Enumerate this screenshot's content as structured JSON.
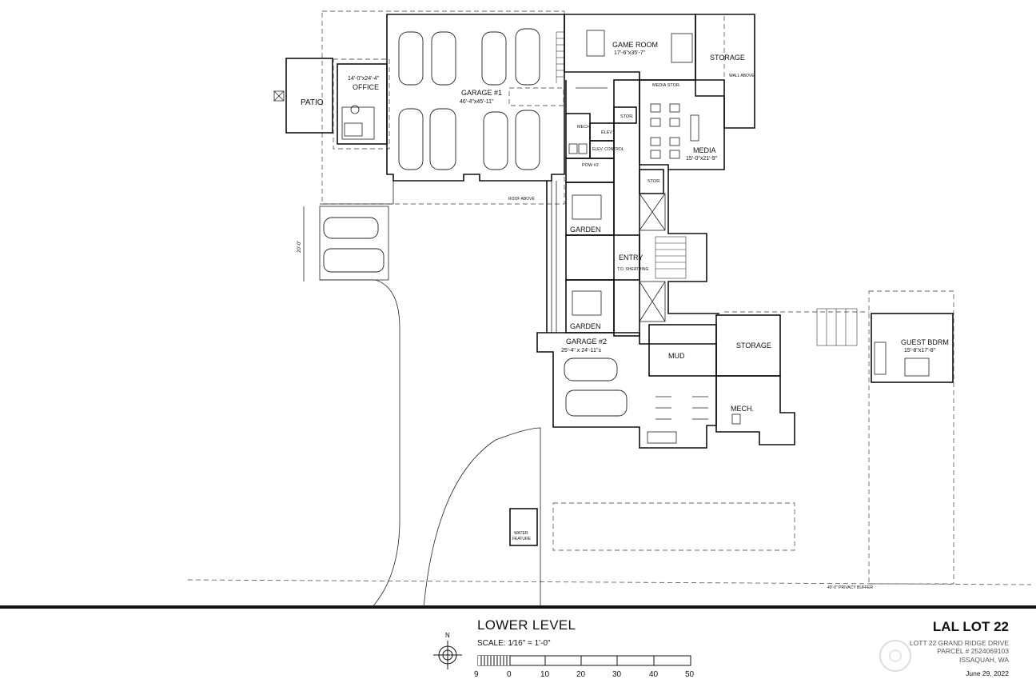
{
  "rooms": {
    "patio": "PATIO",
    "office": "OFFICE",
    "office_dim": "14'-0\"x24'-4\"",
    "garage1": "GARAGE #1",
    "garage1_dim": "46'-4\"x45'-11\"",
    "game_room": "GAME ROOM",
    "game_room_dim": "17'-6\"x35'-7\"",
    "storage_top": "STORAGE",
    "media_stor": "MEDIA STOR.",
    "media": "MEDIA",
    "media_dim": "15'-0\"x21'-9\"",
    "stor1": "STOR.",
    "stor2": "STOR.",
    "mech_small": "MECH",
    "elev": "ELEV",
    "elev_control": "ELEV. CONTROL",
    "pow": "POW #2",
    "garden_top": "GARDEN",
    "garden_bottom": "GARDEN",
    "entry": "ENTRY",
    "garage2": "GARAGE #2",
    "garage2_dim": "25'-4\" x 24'-11\"±",
    "mud": "MUD",
    "storage_mid": "STORAGE",
    "mech": "MECH.",
    "guest_bdrm": "GUEST BDRM",
    "guest_dim": "15'-8\"x17'-8\""
  },
  "notes": {
    "roof_above": "ROOF ABOVE",
    "wall_above": "WALL ABOVE",
    "water_feature_1": "WATER",
    "water_feature_2": "FEATURE",
    "privacy_buffer": "40'-0\" PRIVACY BUFFER",
    "parking_dim": "20'-0\"",
    "tol_sheathing": "T.O. SHEATHING"
  },
  "title_block": {
    "plan_title": "LOWER LEVEL",
    "scale": "SCALE: 1⁄16\" = 1'-0\"",
    "scale_ticks": [
      "9",
      "0",
      "10",
      "20",
      "30",
      "40",
      "50"
    ],
    "north": "N",
    "lot_title": "LAL LOT 22",
    "address_1": "LOTT 22 GRAND RIDGE DRIVE",
    "address_2": "PARCEL # 2524069103",
    "address_3": "ISSAQUAH, WA",
    "date": "June 29, 2022"
  }
}
